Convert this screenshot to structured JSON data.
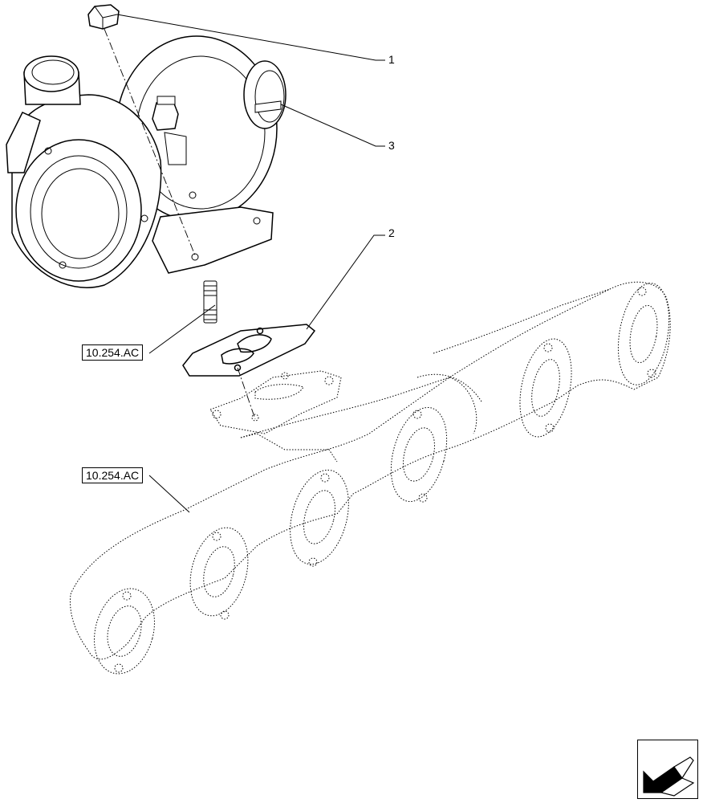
{
  "callouts": {
    "item1": "1",
    "item2": "2",
    "item3": "3"
  },
  "references": {
    "ref_upper": "10.254.AC",
    "ref_lower": "10.254.AC"
  },
  "navigation": {
    "icon": "arrow-left-icon"
  }
}
